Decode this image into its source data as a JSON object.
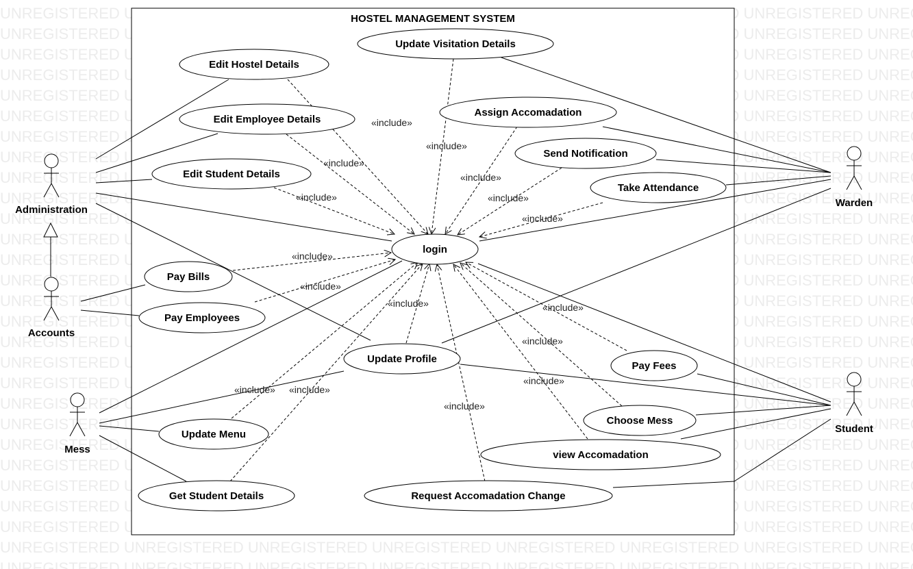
{
  "watermark": "UNREGISTERED",
  "system": {
    "title": "HOSTEL MANAGEMENT SYSTEM"
  },
  "actors": {
    "administration": "Administration",
    "accounts": "Accounts",
    "mess": "Mess",
    "warden": "Warden",
    "student": "Student"
  },
  "use_cases": {
    "update_visitation": "Update Visitation Details",
    "edit_hostel": "Edit Hostel Details",
    "edit_employee": "Edit Employee Details",
    "assign_accomodation": "Assign Accomadation",
    "send_notification": "Send Notification",
    "edit_student": "Edit Student Details",
    "take_attendance": "Take Attendance",
    "login": "login",
    "pay_bills": "Pay Bills",
    "pay_employees": "Pay Employees",
    "update_profile": "Update Profile",
    "pay_fees": "Pay Fees",
    "update_menu": "Update Menu",
    "choose_mess": "Choose Mess",
    "view_accomodation": "view Accomadation",
    "get_student_details": "Get Student Details",
    "request_change": "Request Accomadation Change"
  },
  "include_label": "«include»",
  "colors": {
    "line": "#000000",
    "watermark": "#ececec",
    "background": "#ffffff"
  }
}
